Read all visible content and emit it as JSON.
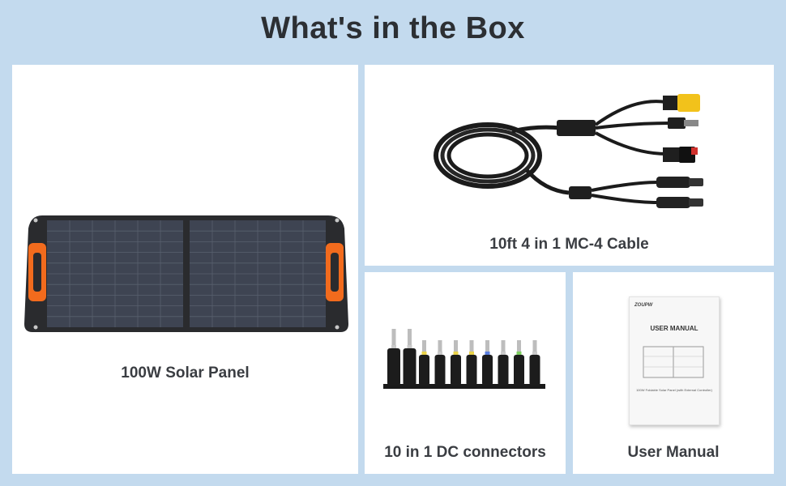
{
  "header": {
    "title": "What's in the Box"
  },
  "items": [
    {
      "caption": "100W Solar Panel"
    },
    {
      "caption": "10ft 4 in 1 MC-4 Cable"
    },
    {
      "caption": "10 in 1 DC connectors"
    },
    {
      "caption": "User Manual",
      "manual_brand": "ZOUPW",
      "manual_title": "USER MANUAL",
      "manual_subtitle": "100W Foldable Solar Panel (with External Controller)"
    }
  ],
  "colors": {
    "background": "#c3daee",
    "card": "#ffffff",
    "handle_orange": "#f26b1d",
    "connector_yellow": "#f2c21b",
    "panel_frame": "#2a2b2e",
    "cell": "#3e4452"
  },
  "dc_tip_colors": [
    "#c9c9c9",
    "#c9c9c9",
    "#e8d24a",
    "#c9c9c9",
    "#e8d24a",
    "#e8d24a",
    "#5b7fe0",
    "#c9c9c9",
    "#7ccf5f",
    "#c9c9c9"
  ]
}
